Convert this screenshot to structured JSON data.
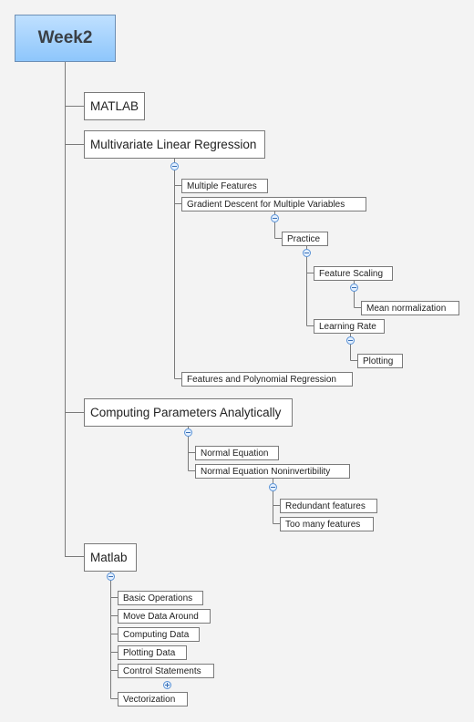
{
  "root": {
    "label": "Week2"
  },
  "topics": {
    "matlab_upper": {
      "label": "MATLAB"
    },
    "mlr": {
      "label": "Multivariate Linear Regression",
      "multiple_features": "Multiple Features",
      "gradient_descent": "Gradient Descent for Multiple Variables",
      "practice": "Practice",
      "feature_scaling": "Feature Scaling",
      "mean_normalization": "Mean normalization",
      "learning_rate": "Learning Rate",
      "plotting": "Plotting",
      "features_polynomial": "Features and Polynomial Regression"
    },
    "computing": {
      "label": "Computing Parameters Analytically",
      "normal_equation": "Normal Equation",
      "noninvertibility": "Normal Equation Noninvertibility",
      "redundant": "Redundant features",
      "too_many": "Too many features"
    },
    "matlab": {
      "label": "Matlab",
      "basic_operations": "Basic Operations",
      "move_data": "Move Data Around",
      "computing_data": "Computing Data",
      "plotting_data": "Plotting Data",
      "control_statements": "Control Statements",
      "vectorization": "Vectorization"
    }
  },
  "colors": {
    "background": "#f3f3f3",
    "root_fill_top": "#bfe0ff",
    "root_fill_bottom": "#8ec6fb",
    "node_border": "#7a7a7a",
    "connector": "#7a7a7a",
    "toggle_border": "#5b93d6"
  },
  "icons": {
    "collapse": "minus-circle-icon",
    "expand": "plus-circle-icon"
  }
}
